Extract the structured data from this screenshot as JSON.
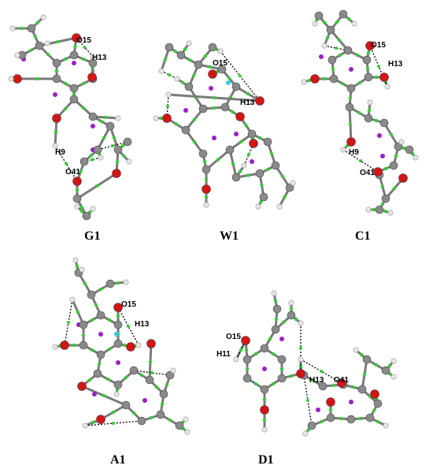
{
  "colors": {
    "carbon": "#8a8a8a",
    "oxygen": "#d41515",
    "hydrogen": "#e6e6e6",
    "bond": "#7a7a7a",
    "bcp": "#33cc33",
    "rcp": "#9b1fc9",
    "ccp": "#2fd0e8",
    "hbond": "#000000"
  },
  "panels": [
    {
      "title": "G1",
      "atom_labels": [
        "O15",
        "H13",
        "H9",
        "O41"
      ]
    },
    {
      "title": "W1",
      "atom_labels": [
        "O15",
        "H13"
      ]
    },
    {
      "title": "C1",
      "atom_labels": [
        "O15",
        "H13",
        "H9",
        "O41"
      ]
    },
    {
      "title": "A1",
      "atom_labels": [
        "O15",
        "H13"
      ]
    },
    {
      "title": "D1",
      "atom_labels": [
        "O15",
        "H11",
        "H13",
        "O41"
      ]
    }
  ]
}
